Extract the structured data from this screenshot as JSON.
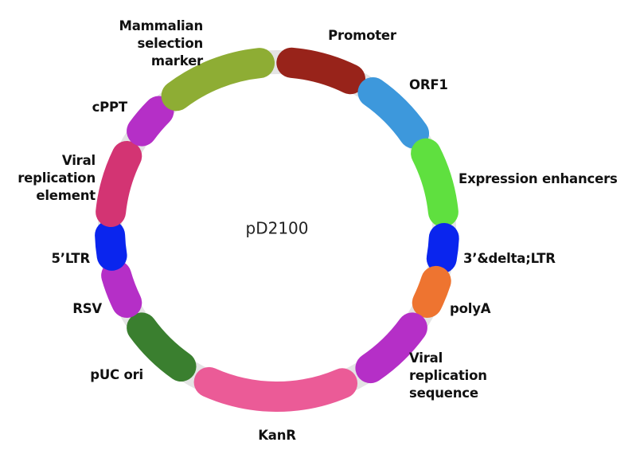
{
  "plasmid": {
    "name": "pD2100",
    "backbone_color": "#e4e4e4",
    "features": [
      {
        "name": "Promoter",
        "color": "#98231a",
        "start_deg": 5,
        "end_deg": 26,
        "label_lines": [
          "Promoter"
        ]
      },
      {
        "name": "ORF1",
        "color": "#3d98dc",
        "start_deg": 35,
        "end_deg": 55,
        "label_lines": [
          "ORF1"
        ]
      },
      {
        "name": "Expression enhancers",
        "color": "#5fe03f",
        "start_deg": 63,
        "end_deg": 84,
        "label_lines": [
          "Expression enhancers"
        ]
      },
      {
        "name": "3'&delta;LTR",
        "color": "#0a25ee",
        "start_deg": 93,
        "end_deg": 100,
        "label_lines": [
          "3’&delta;LTR"
        ]
      },
      {
        "name": "polyA",
        "color": "#ee7430",
        "start_deg": 108,
        "end_deg": 116,
        "label_lines": [
          "polyA"
        ]
      },
      {
        "name": "Viral replication sequence",
        "color": "#b52fc7",
        "start_deg": 126,
        "end_deg": 146,
        "label_lines": [
          "Viral",
          "replication",
          "sequence"
        ]
      },
      {
        "name": "KanR",
        "color": "#eb5b97",
        "start_deg": 157,
        "end_deg": 204,
        "label_lines": [
          "KanR"
        ]
      },
      {
        "name": "pUC ori",
        "color": "#3a7f2f",
        "start_deg": 215,
        "end_deg": 234,
        "label_lines": [
          "pUC ori"
        ]
      },
      {
        "name": "RSV",
        "color": "#b52fc7",
        "start_deg": 244,
        "end_deg": 254,
        "label_lines": [
          "RSV"
        ]
      },
      {
        "name": "5'LTR",
        "color": "#0a25ee",
        "start_deg": 261,
        "end_deg": 268,
        "label_lines": [
          "5’LTR"
        ]
      },
      {
        "name": "Viral replication element",
        "color": "#d33473",
        "start_deg": 276,
        "end_deg": 296,
        "label_lines": [
          "Viral",
          "replication",
          "element"
        ]
      },
      {
        "name": "cPPT",
        "color": "#b52fc7",
        "start_deg": 306,
        "end_deg": 315,
        "label_lines": [
          "cPPT"
        ]
      },
      {
        "name": "Mammalian selection marker",
        "color": "#8ead34",
        "start_deg": 323,
        "end_deg": 354,
        "label_lines": [
          "Mammalian",
          "selection",
          "marker"
        ]
      }
    ]
  }
}
